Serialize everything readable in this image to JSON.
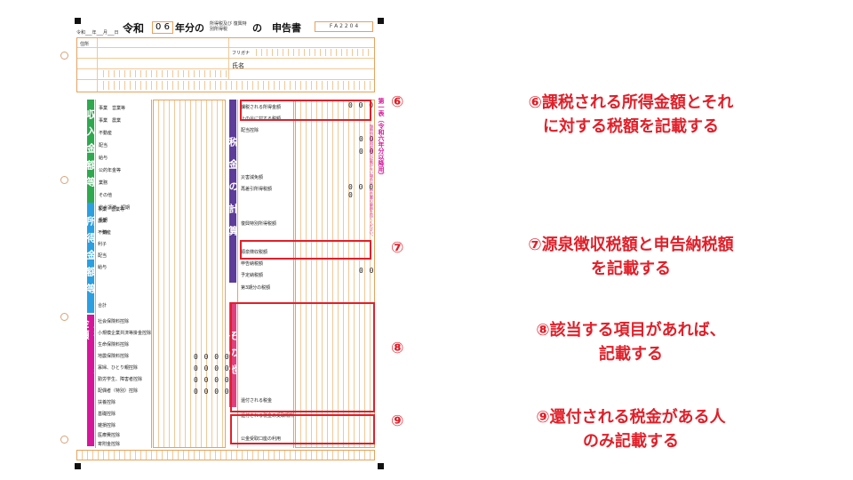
{
  "form": {
    "code": "F A 2 2 0 4",
    "era": "令和",
    "year": "0 6",
    "title_mid": "年分の",
    "title_small": "所得税及び 復興特別所得税",
    "title_end": "の　申告書",
    "date_line": "令和___年___月___日",
    "side_title": "第一表（令和六年分以降用）",
    "side_note": "復興特別所得税額の記載がない場合は、申告書の裏面を見てください。",
    "sections": {
      "income": "収入金額等",
      "shotoku": "所得金額等",
      "deduction": "所得から差し引かれる金額",
      "tax": "税金の計算",
      "other": "その他"
    },
    "field_labels": {
      "address": "住所",
      "name": "氏名",
      "furigana": "フリガナ",
      "jigyo_eigyo": "事業　営業等",
      "jigyo_nogyo": "事業　農業",
      "fudosan": "不動産",
      "haito": "配当",
      "kyuyo": "給与",
      "koteki": "公的年金等",
      "gyomu": "業務",
      "sonota": "その他",
      "joto_tanki": "総合譲渡　短期",
      "joto_choki": "長期",
      "ichiji": "一時",
      "shotoku_jigyo": "事業　営業等",
      "shotoku_nogyo": "農業",
      "shotoku_fudosan": "不動産",
      "shotoku_rishi": "利子",
      "shotoku_haito": "配当",
      "shotoku_kyuyo": "給与",
      "shotoku_goukei": "合計",
      "shakai": "社会保険料控除",
      "shokibo": "小規模企業共済等掛金控除",
      "seimei": "生命保険料控除",
      "jishin": "地震保険料控除",
      "kafu": "寡婦、ひとり親控除",
      "kinro": "勤労学生、障害者控除",
      "haigusha": "配偶者（特別）控除",
      "fuyo": "扶養控除",
      "kiso": "基礎控除",
      "zasson": "雑損控除",
      "iryo": "医療費控除",
      "kifu": "寄附金控除",
      "kazei_shotoku": "課税される所得金額",
      "zeigaku": "上の㉖に対する税額",
      "haito_kojo": "配当控除",
      "saigai": "災害減免額",
      "saisashihiki": "再差引所得税額",
      "fukko": "復興特別所得税額",
      "gensen": "源泉徴収税額",
      "shinkoku_nozei": "申告納税額",
      "yotei": "予定納税額",
      "dai3ki": "第3期分の税額",
      "kanpu": "還付される税金",
      "kanpu_bank": "還付される税金の受取場所",
      "kouen": "公金受取口座の利用"
    },
    "zeros_4": "0 0 0 0",
    "zeros_3": "0 0 0",
    "zeros_2": "0 0"
  },
  "markers": {
    "m6": "⑥",
    "m7": "⑦",
    "m8": "⑧",
    "m9": "⑨"
  },
  "notes": {
    "n6_l1": "⑥課税される所得金額とそれ",
    "n6_l2": "に対する税額を記載する",
    "n7_l1": "⑦源泉徴収税額と申告納税額",
    "n7_l2": "を記載する",
    "n8_l1": "⑧該当する項目があれば、",
    "n8_l2": "記載する",
    "n9_l1": "⑨還付される税金がある人",
    "n9_l2": "のみ記載する"
  },
  "colors": {
    "green": "#2fa84f",
    "blue": "#2b9fe0",
    "magenta": "#d6169a",
    "purple": "#5e3c99",
    "red": "#e0202a",
    "orange_line": "#e6a25e"
  }
}
